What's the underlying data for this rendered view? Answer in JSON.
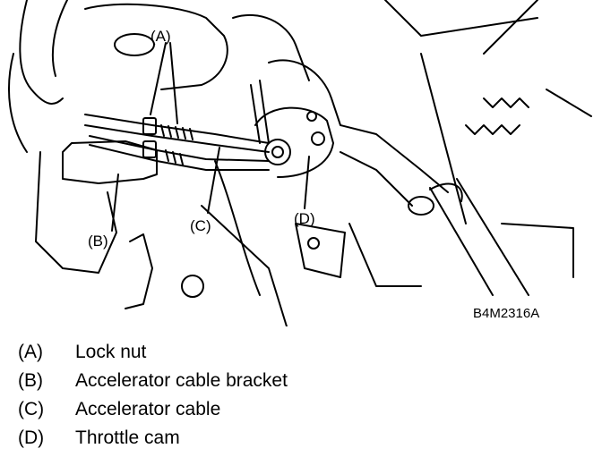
{
  "figure": {
    "code": "B4M2316A",
    "callouts": {
      "a": "(A)",
      "b": "(B)",
      "c": "(C)",
      "d": "(D)"
    }
  },
  "legend": [
    {
      "key": "(A)",
      "text": "Lock nut"
    },
    {
      "key": "(B)",
      "text": "Accelerator cable bracket"
    },
    {
      "key": "(C)",
      "text": "Accelerator cable"
    },
    {
      "key": "(D)",
      "text": "Throttle cam"
    }
  ]
}
